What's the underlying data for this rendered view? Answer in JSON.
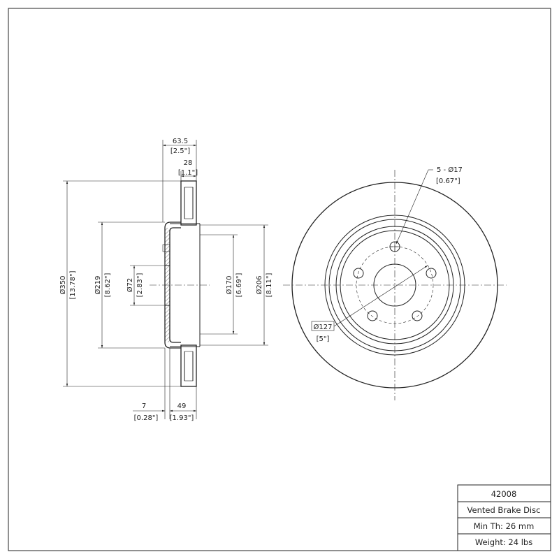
{
  "side_view": {
    "overall_width": {
      "mm": "63.5",
      "in": "[2.5\"]"
    },
    "friction_width": {
      "mm": "28",
      "in": "[1.1\"]"
    },
    "outer_diameter": {
      "mm": "Ø350",
      "in": "[13.78\"]"
    },
    "hat_diameter": {
      "mm": "Ø219",
      "in": "[8.62\"]"
    },
    "center_bore": {
      "mm": "Ø72",
      "in": "[2.83\"]"
    },
    "inner_diameter": {
      "mm": "Ø170",
      "in": "[6.69\"]"
    },
    "hat_outer_diameter": {
      "mm": "Ø206",
      "in": "[8.11\"]"
    },
    "hat_thickness": {
      "mm": "7",
      "in": "[0.28\"]"
    },
    "hat_height": {
      "mm": "49",
      "in": "[1.93\"]"
    }
  },
  "front_view": {
    "bolt_holes": {
      "mm": "5 - Ø17",
      "in": "[0.67\"]"
    },
    "bolt_circle": {
      "mm": "Ø127",
      "in": "[5\"]"
    }
  },
  "title_block": {
    "part_number": "42008",
    "description": "Vented Brake Disc",
    "min_thickness": "Min Th: 26 mm",
    "weight": "Weight: 24 lbs"
  }
}
